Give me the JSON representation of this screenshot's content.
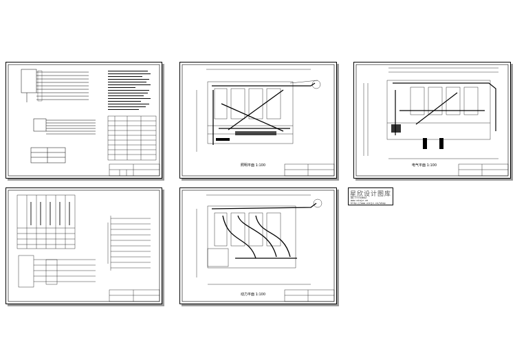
{
  "sheets": [
    {
      "id": "system-diagram-1",
      "caption": ""
    },
    {
      "id": "lighting-plan",
      "caption": "照明平面 1:100"
    },
    {
      "id": "electrical-plan",
      "caption": "电气平面 1:100"
    },
    {
      "id": "system-diagram-2",
      "caption": ""
    },
    {
      "id": "power-plan",
      "caption": "动力平面 1:100"
    }
  ],
  "stamp": {
    "title": "星欣设计图库",
    "line1": "QQ:77743042",
    "line2": "www.xinjz.cn",
    "line3": "http://www.xinjz.cn/shop"
  },
  "colors": {
    "ink": "#000000",
    "shadow": "#9a9a9a",
    "stamp_text": "#555555"
  }
}
